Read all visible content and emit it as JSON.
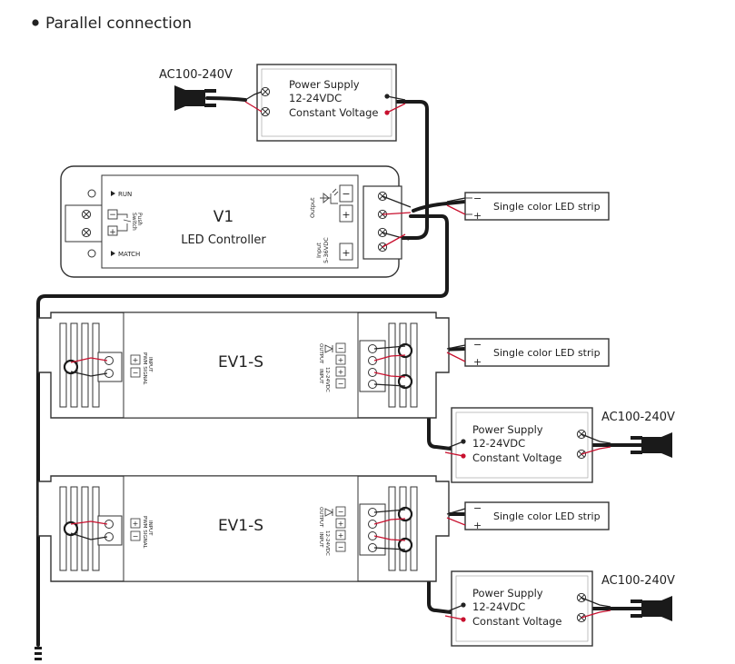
{
  "title": "Parallel connection",
  "ac_label": "AC100-240V",
  "power_supply": {
    "line1": "Power Supply",
    "line2": "12-24VDC",
    "line3": "Constant Voltage"
  },
  "controller": {
    "model": "V1",
    "name": "LED Controller",
    "run": "RUN",
    "match": "MATCH",
    "push": "Push",
    "switch": "Switch",
    "output": "Output",
    "input": "Input",
    "input_voltage": "5-36VDC"
  },
  "strip_label": "Single color LED strip",
  "repeater": {
    "model": "EV1-S",
    "input_signal": "INPUT",
    "pwm_signal": "PWM SIGNAL",
    "output": "OUTPUT",
    "input": "INPUT",
    "input_voltage": "12-24VDC"
  },
  "plus": "+",
  "minus": "−",
  "colors": {
    "wire_black": "#1a1a1a",
    "wire_red": "#c8102e",
    "outline": "#333333"
  }
}
